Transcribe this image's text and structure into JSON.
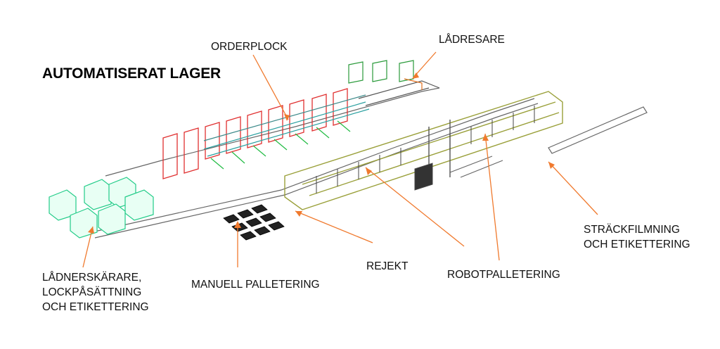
{
  "title": "AUTOMATISERAT LAGER",
  "labels": {
    "orderplock": "ORDERPLOCK",
    "ladresare": "LÅDRESARE",
    "lockpa": [
      "LÅDNERSKÄRARE,",
      "LOCKPÅSÄTTNING",
      "OCH ETIKETTERING"
    ],
    "manuell": "MANUELL PALLETERING",
    "rejekt": "REJEKT",
    "robot": "ROBOTPALLETERING",
    "strack": [
      "STRÄCKFILMNING",
      "OCH ETIKETTERING"
    ]
  },
  "colors": {
    "arrow": "#f07a2e",
    "rack": "#e03030",
    "station": "#22cc88",
    "frame": "#9aa03a",
    "wire": "#555555"
  }
}
